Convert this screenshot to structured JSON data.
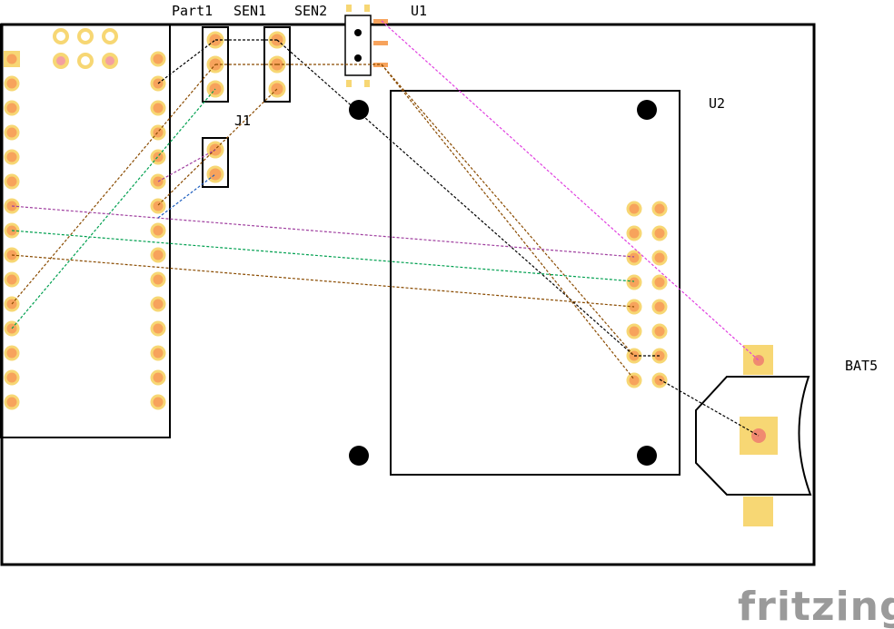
{
  "labels": {
    "part1": "Part1",
    "sen1": "SEN1",
    "sen2": "SEN2",
    "u1": "U1",
    "u2": "U2",
    "j1": "J1",
    "bat5": "BAT5"
  },
  "logo": "fritzing",
  "colors": {
    "board_outline": "#000000",
    "pad_copper": "#f7a35c",
    "pad_ring": "#f7d774",
    "ratsnest_black": "#000000",
    "ratsnest_brown": "#8a4b00",
    "ratsnest_green": "#00a050",
    "ratsnest_magenta": "#e040e0",
    "ratsnest_purple": "#a040a0",
    "ratsnest_blue": "#2060c0"
  }
}
